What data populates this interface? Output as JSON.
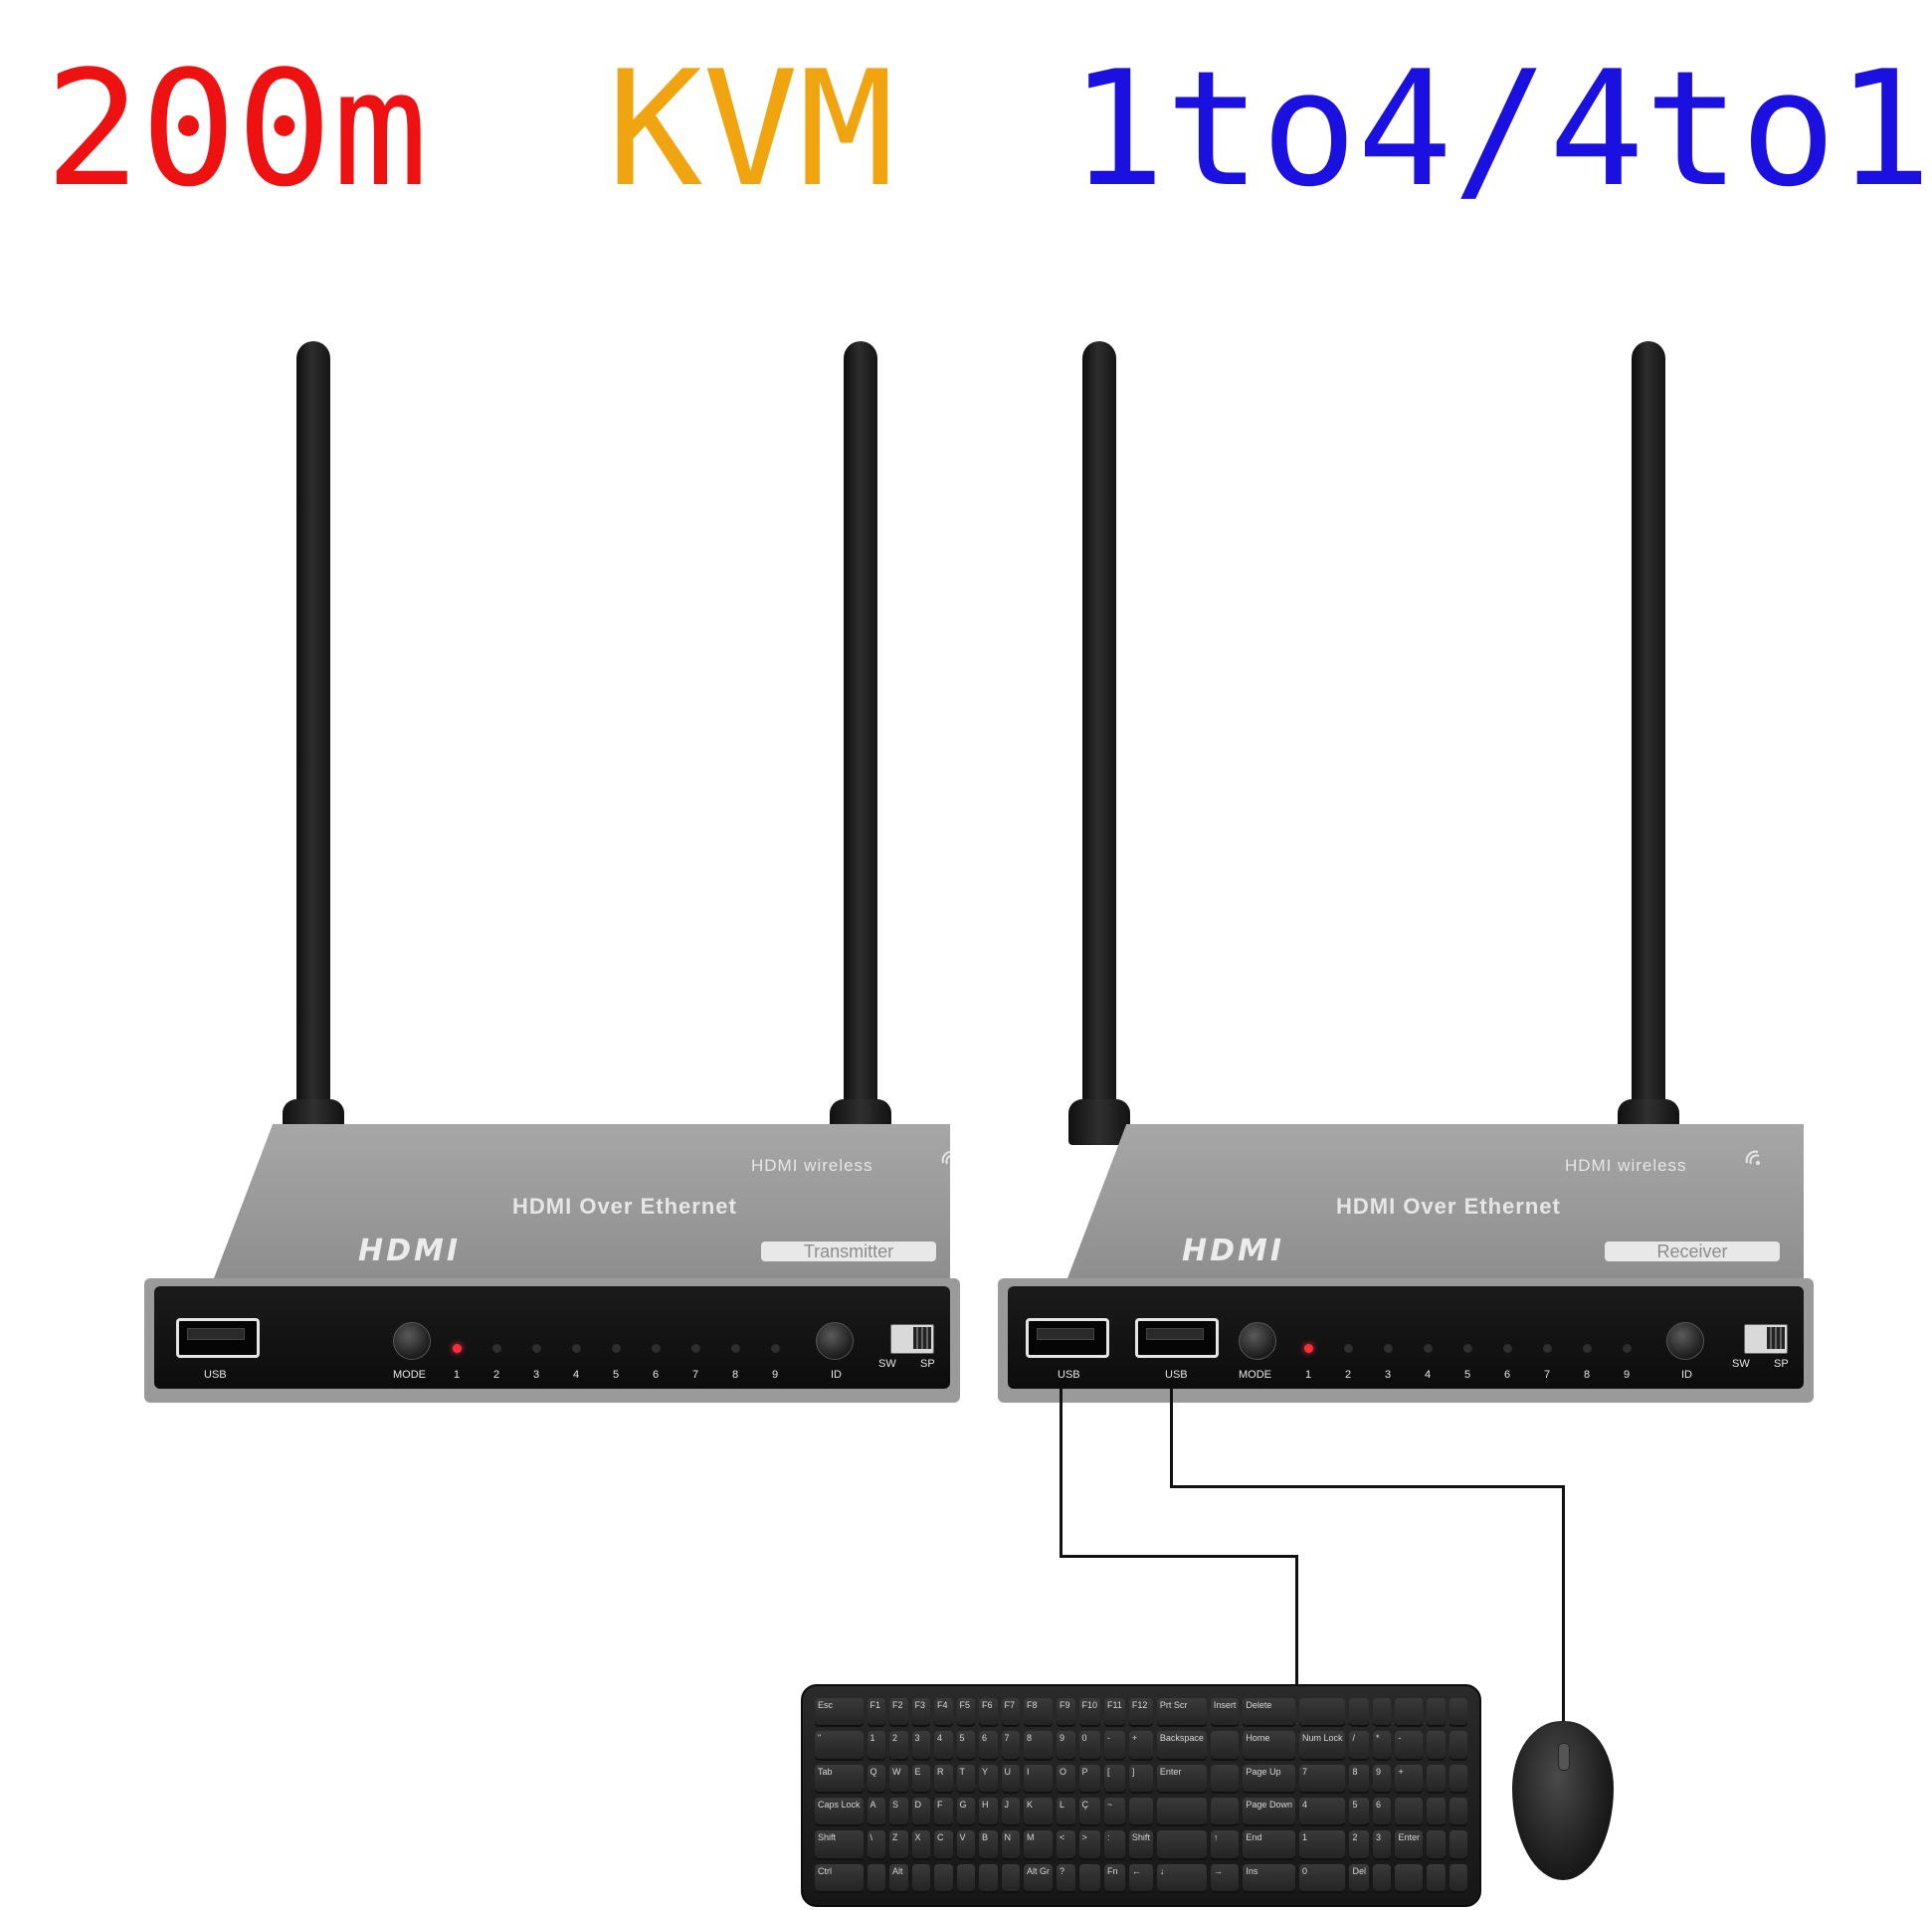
{
  "headline": {
    "range": "200m",
    "kvm": "KVM",
    "mode": "1to4/4to1",
    "colors": {
      "range": "#ee1111",
      "kvm": "#f0a510",
      "mode": "#1a10e0"
    }
  },
  "transmitter": {
    "top_wireless": "HDMI wireless",
    "top_title": "HDMI Over Ethernet",
    "logo": "HDMI",
    "role": "Transmitter",
    "labels": {
      "usb": "USB",
      "mode": "MODE",
      "id": "ID",
      "sw": "SW",
      "sp": "SP",
      "leds": [
        "1",
        "2",
        "3",
        "4",
        "5",
        "6",
        "7",
        "8",
        "9"
      ]
    },
    "active_led": 1
  },
  "receiver": {
    "top_wireless": "HDMI wireless",
    "top_title": "HDMI Over Ethernet",
    "logo": "HDMI",
    "role": "Receiver",
    "labels": {
      "usb1": "USB",
      "usb2": "USB",
      "mode": "MODE",
      "id": "ID",
      "sw": "SW",
      "sp": "SP",
      "leds": [
        "1",
        "2",
        "3",
        "4",
        "5",
        "6",
        "7",
        "8",
        "9"
      ]
    },
    "active_led": 1
  },
  "keyboard": {
    "rows": [
      [
        "Esc",
        "F1",
        "F2",
        "F3",
        "F4",
        "F5",
        "F6",
        "F7",
        "F8",
        "F9",
        "F10",
        "F11",
        "F12",
        "Prt Scr",
        "Insert",
        "Delete",
        "",
        "",
        "",
        "",
        "",
        ""
      ],
      [
        "\"",
        "1",
        "2",
        "3",
        "4",
        "5",
        "6",
        "7",
        "8",
        "9",
        "0",
        "-",
        "+",
        "Backspace",
        "",
        "Home",
        "Num Lock",
        "/",
        "*",
        "-",
        "",
        ""
      ],
      [
        "Tab",
        "Q",
        "W",
        "E",
        "R",
        "T",
        "Y",
        "U",
        "I",
        "O",
        "P",
        "[",
        "]",
        "Enter",
        "",
        "Page Up",
        "7",
        "8",
        "9",
        "+",
        "",
        ""
      ],
      [
        "Caps Lock",
        "A",
        "S",
        "D",
        "F",
        "G",
        "H",
        "J",
        "K",
        "L",
        "Ç",
        "~",
        "",
        "",
        "",
        "Page Down",
        "4",
        "5",
        "6",
        "",
        "",
        ""
      ],
      [
        "Shift",
        "\\",
        "Z",
        "X",
        "C",
        "V",
        "B",
        "N",
        "M",
        "<",
        ">",
        ":",
        "Shift",
        "",
        "↑",
        "End",
        "1",
        "2",
        "3",
        "Enter",
        "",
        ""
      ],
      [
        "Ctrl",
        "",
        "Alt",
        "",
        "",
        "",
        "",
        "",
        "Alt Gr",
        "?",
        "",
        "Fn",
        "←",
        "↓",
        "→",
        "Ins",
        "0",
        "Del",
        "",
        "",
        "",
        ""
      ]
    ]
  }
}
